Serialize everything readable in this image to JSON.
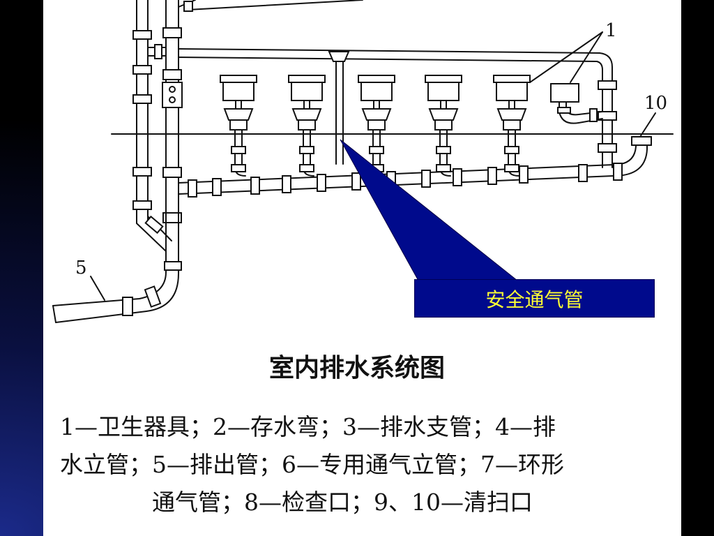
{
  "callout": {
    "label": "安全通气管",
    "bg": "#000a8c",
    "fg": "#ffff33"
  },
  "diagram": {
    "markers": [
      "1",
      "10",
      "5"
    ]
  },
  "title": "室内排水系统图",
  "legend": {
    "line1": "1—卫生器具；2—存水弯；3—排水支管；4—排",
    "line2": "水立管；5—排出管；6—专用通气立管；7—环形",
    "line3": "通气管；8—检查口；9、10—清扫口"
  }
}
